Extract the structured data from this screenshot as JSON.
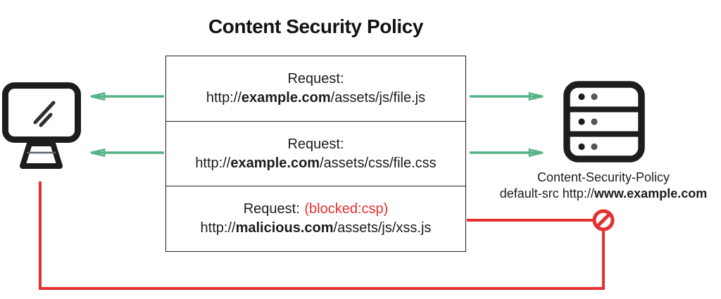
{
  "title": "Content Security Policy",
  "colors": {
    "ink": "#1c1c1e",
    "accent_green": "#56b287",
    "accent_red": "#e53030"
  },
  "client": {
    "icon": "monitor-icon"
  },
  "request_box": {
    "rows": [
      {
        "label": "Request:",
        "blocked_note": "",
        "url_prefix": "http://",
        "domain": "example.com",
        "path": "/assets/js/file.js"
      },
      {
        "label": "Request:",
        "blocked_note": "",
        "url_prefix": "http://",
        "domain": "example.com",
        "path": "/assets/css/file.css"
      },
      {
        "label": "Request:",
        "blocked_note": "(blocked:csp)",
        "url_prefix": "http://",
        "domain": "malicious.com",
        "path": "/assets/js/xss.js"
      }
    ]
  },
  "server": {
    "icon": "server-icon",
    "caption_line1": "Content-Security-Policy",
    "caption_prefix": "default-src http://",
    "caption_domain": "www.example.com"
  },
  "connections": {
    "allowed_arrow_icon": "green-arrow-icon",
    "blocked_icon": "no-entry-icon"
  }
}
